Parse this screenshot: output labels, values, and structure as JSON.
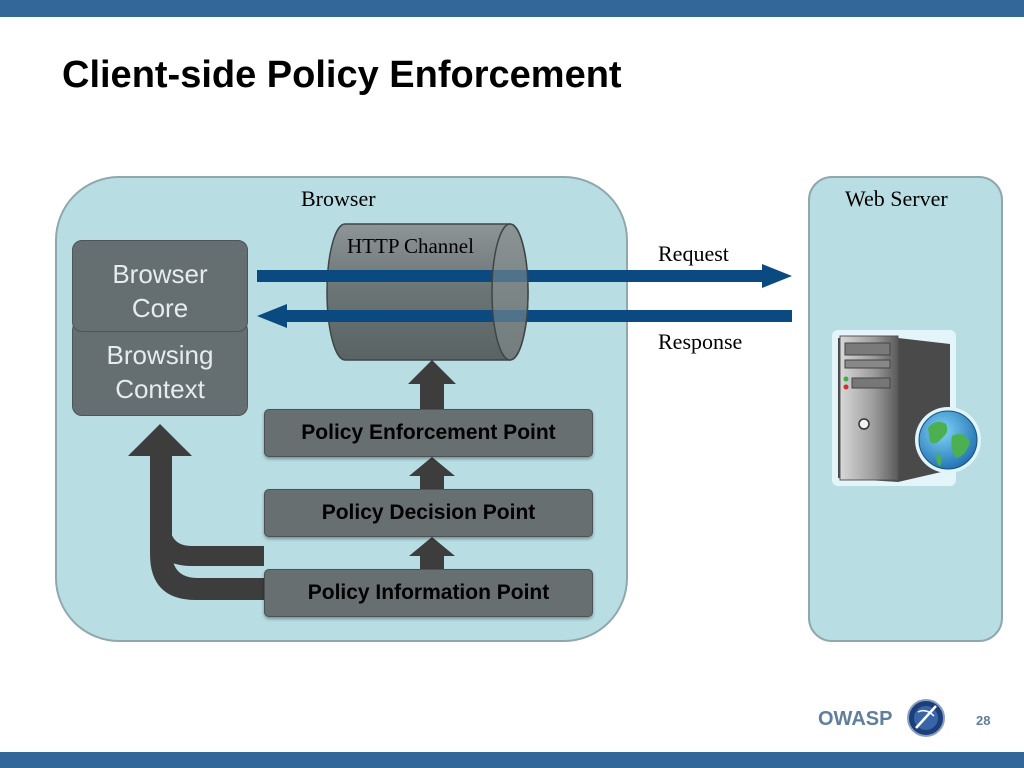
{
  "slide": {
    "title": "Client-side Policy Enforcement",
    "page_number": "28",
    "brand": "OWASP"
  },
  "browser": {
    "label": "Browser",
    "core_label": [
      "Browser",
      "Core"
    ],
    "context_label": [
      "Browsing",
      "Context"
    ],
    "channel_label": "HTTP Channel",
    "policy_points": [
      "Policy Enforcement Point",
      "Policy Decision Point",
      "Policy Information Point"
    ]
  },
  "server": {
    "label": "Web Server",
    "icon": "web-server-icon"
  },
  "arrows": {
    "request_label": "Request",
    "response_label": "Response"
  },
  "colors": {
    "bar": "#336699",
    "panel": "#b8dee4",
    "box": "#656e70",
    "arrow_blue": "#0b4a80",
    "arrow_dark": "#3d3d3d"
  }
}
